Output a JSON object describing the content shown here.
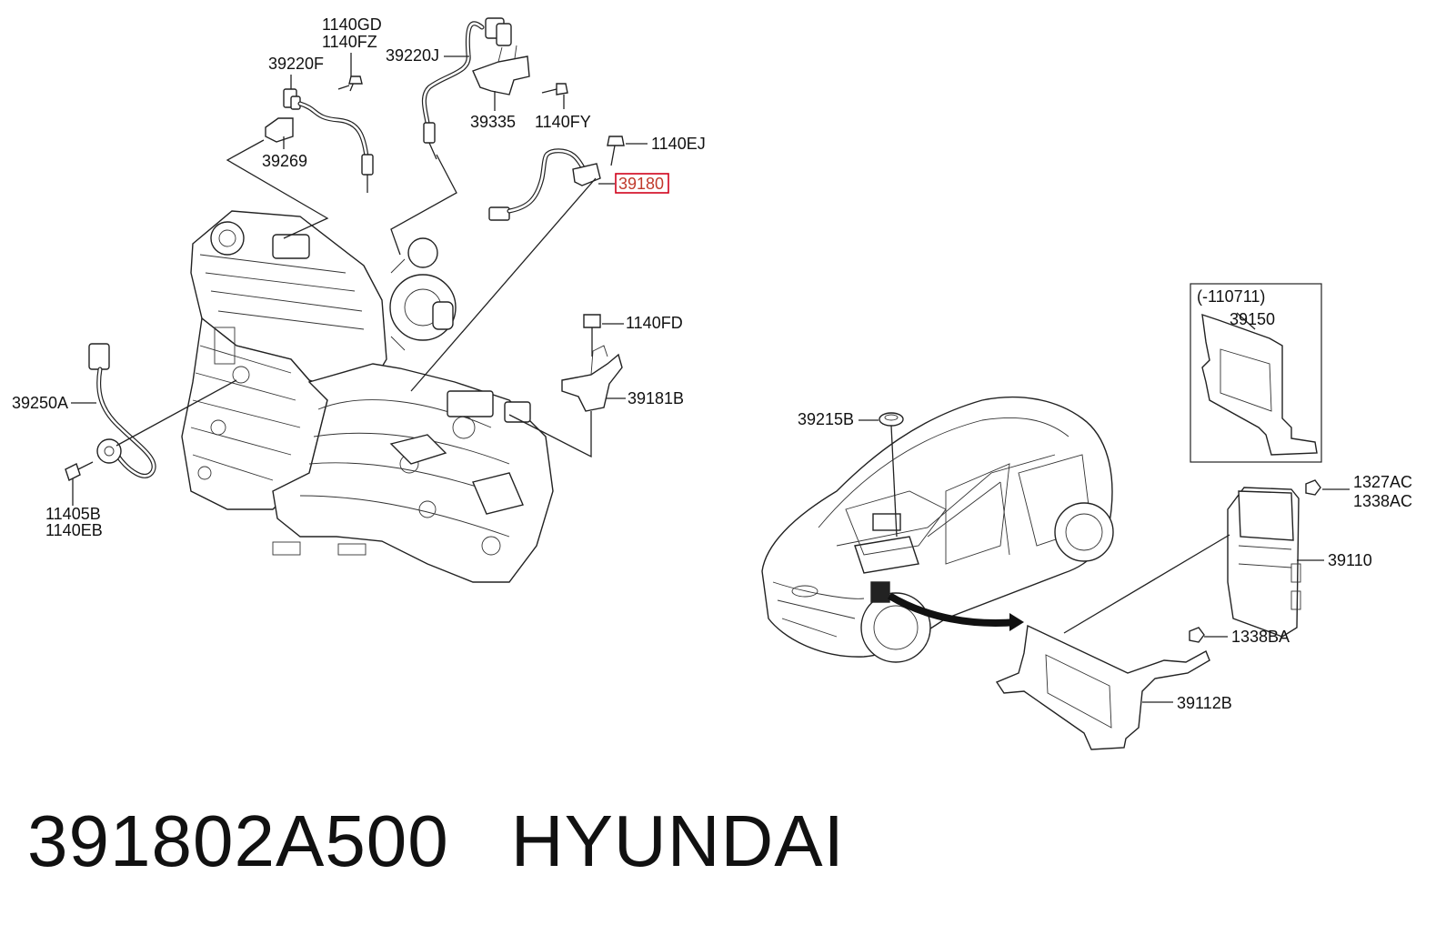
{
  "footer": {
    "part_number": "391802A500",
    "brand": "HYUNDAI"
  },
  "diagram": {
    "highlight_color": "#d0021b",
    "highlighted_label": "39180",
    "labels": {
      "l1140GD": "1140GD",
      "l1140FZ": "1140FZ",
      "l39220F": "39220F",
      "l39220J": "39220J",
      "l39335": "39335",
      "l1140FY": "1140FY",
      "l39269": "39269",
      "l1140EJ": "1140EJ",
      "l39180": "39180",
      "l1140FD": "1140FD",
      "l39181B": "39181B",
      "l39250A": "39250A",
      "l11405B": "11405B",
      "l1140EB": "1140EB",
      "l110711": "(-110711)",
      "l39150": "39150",
      "l39215B": "39215B",
      "l1327AC": "1327AC",
      "l1338AC": "1338AC",
      "l39110": "39110",
      "l1338BA": "1338BA",
      "l39112B": "39112B"
    }
  }
}
